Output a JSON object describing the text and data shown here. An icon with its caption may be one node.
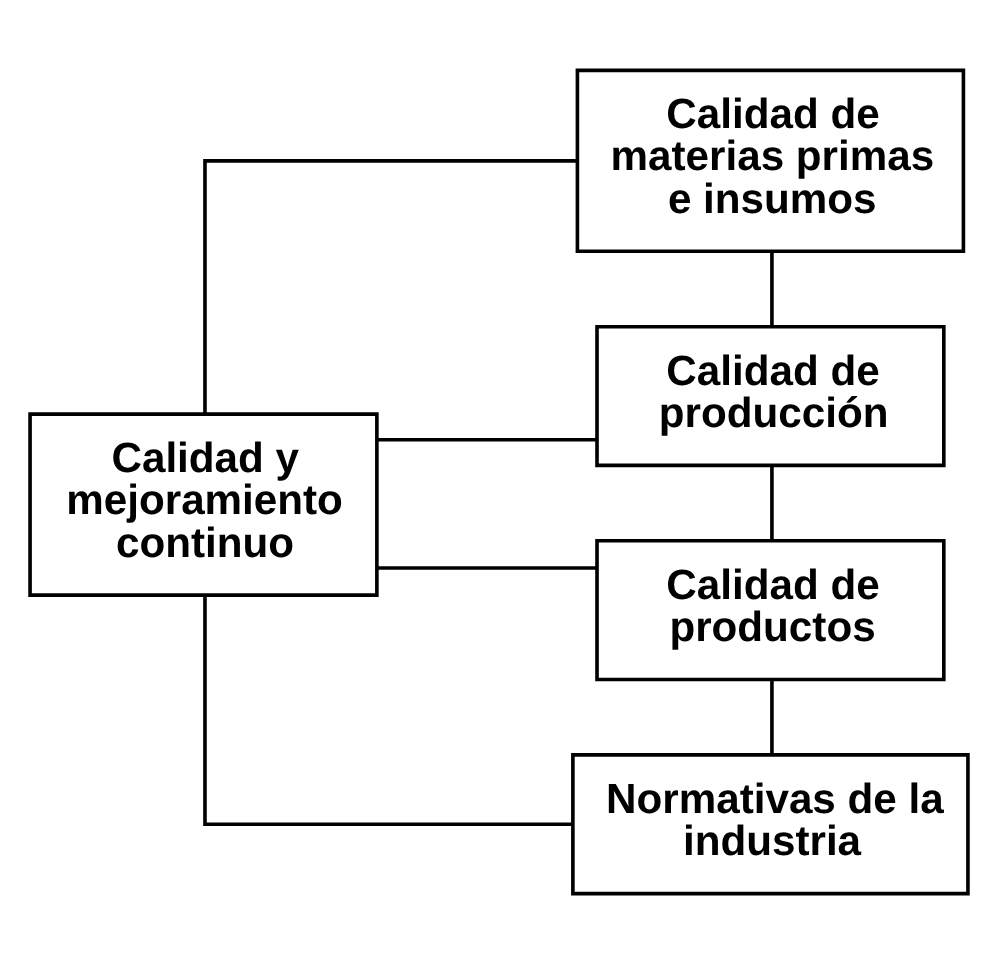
{
  "diagram": {
    "nodes": [
      {
        "text": [
          "Calidad y mejoramiento continuo"
        ]
      },
      {
        "text": [
          "Calidad de materias primas e insumos"
        ]
      },
      {
        "text": [
          "Calidad de producción"
        ]
      },
      {
        "text": [
          "Calidad de productos"
        ]
      },
      {
        "text": [
          "Normativas de la industria"
        ]
      }
    ],
    "edges": [
      {
        "from": 0,
        "to": 1,
        "arrow": "none"
      },
      {
        "from": 0,
        "to": 2,
        "arrow": "none"
      },
      {
        "from": 0,
        "to": 3,
        "arrow": "none"
      },
      {
        "from": 0,
        "to": 4,
        "arrow": "none"
      },
      {
        "from": 1,
        "to": 2,
        "arrow": "none"
      },
      {
        "from": 2,
        "to": 3,
        "arrow": "none"
      },
      {
        "from": 3,
        "to": 4,
        "arrow": "none"
      }
    ]
  }
}
